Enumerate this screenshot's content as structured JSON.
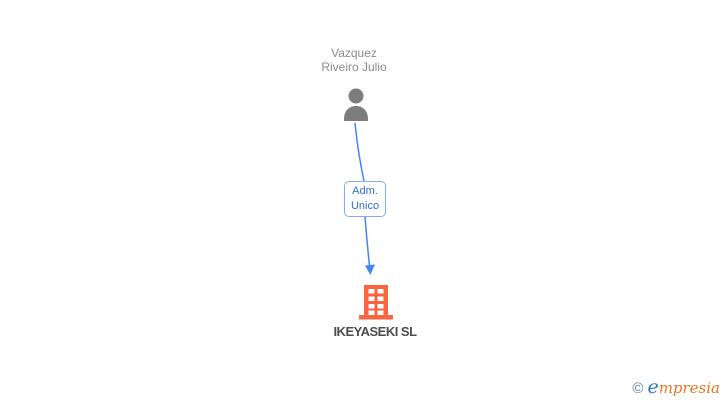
{
  "diagram": {
    "person": {
      "name": "Vazquez\nRiveiro Julio",
      "icon": "person-icon",
      "icon_color": "#7d7d7d",
      "text_color": "#8c8c8c"
    },
    "relationship": {
      "label": "Adm.\nUnico",
      "border_color": "#82aef0",
      "text_color": "#2f6fd0",
      "line_color": "#4285f4"
    },
    "company": {
      "name": "IKEYASEKI SL",
      "icon": "building-icon",
      "icon_color": "#fa6540",
      "text_color": "#4d4d4d"
    }
  },
  "watermark": {
    "copyright": "©",
    "brand_initial": "e",
    "brand_rest": "mpresia",
    "copyright_color": "#4d7f99",
    "initial_color": "#2b7bbf",
    "brand_color": "#e87722"
  }
}
